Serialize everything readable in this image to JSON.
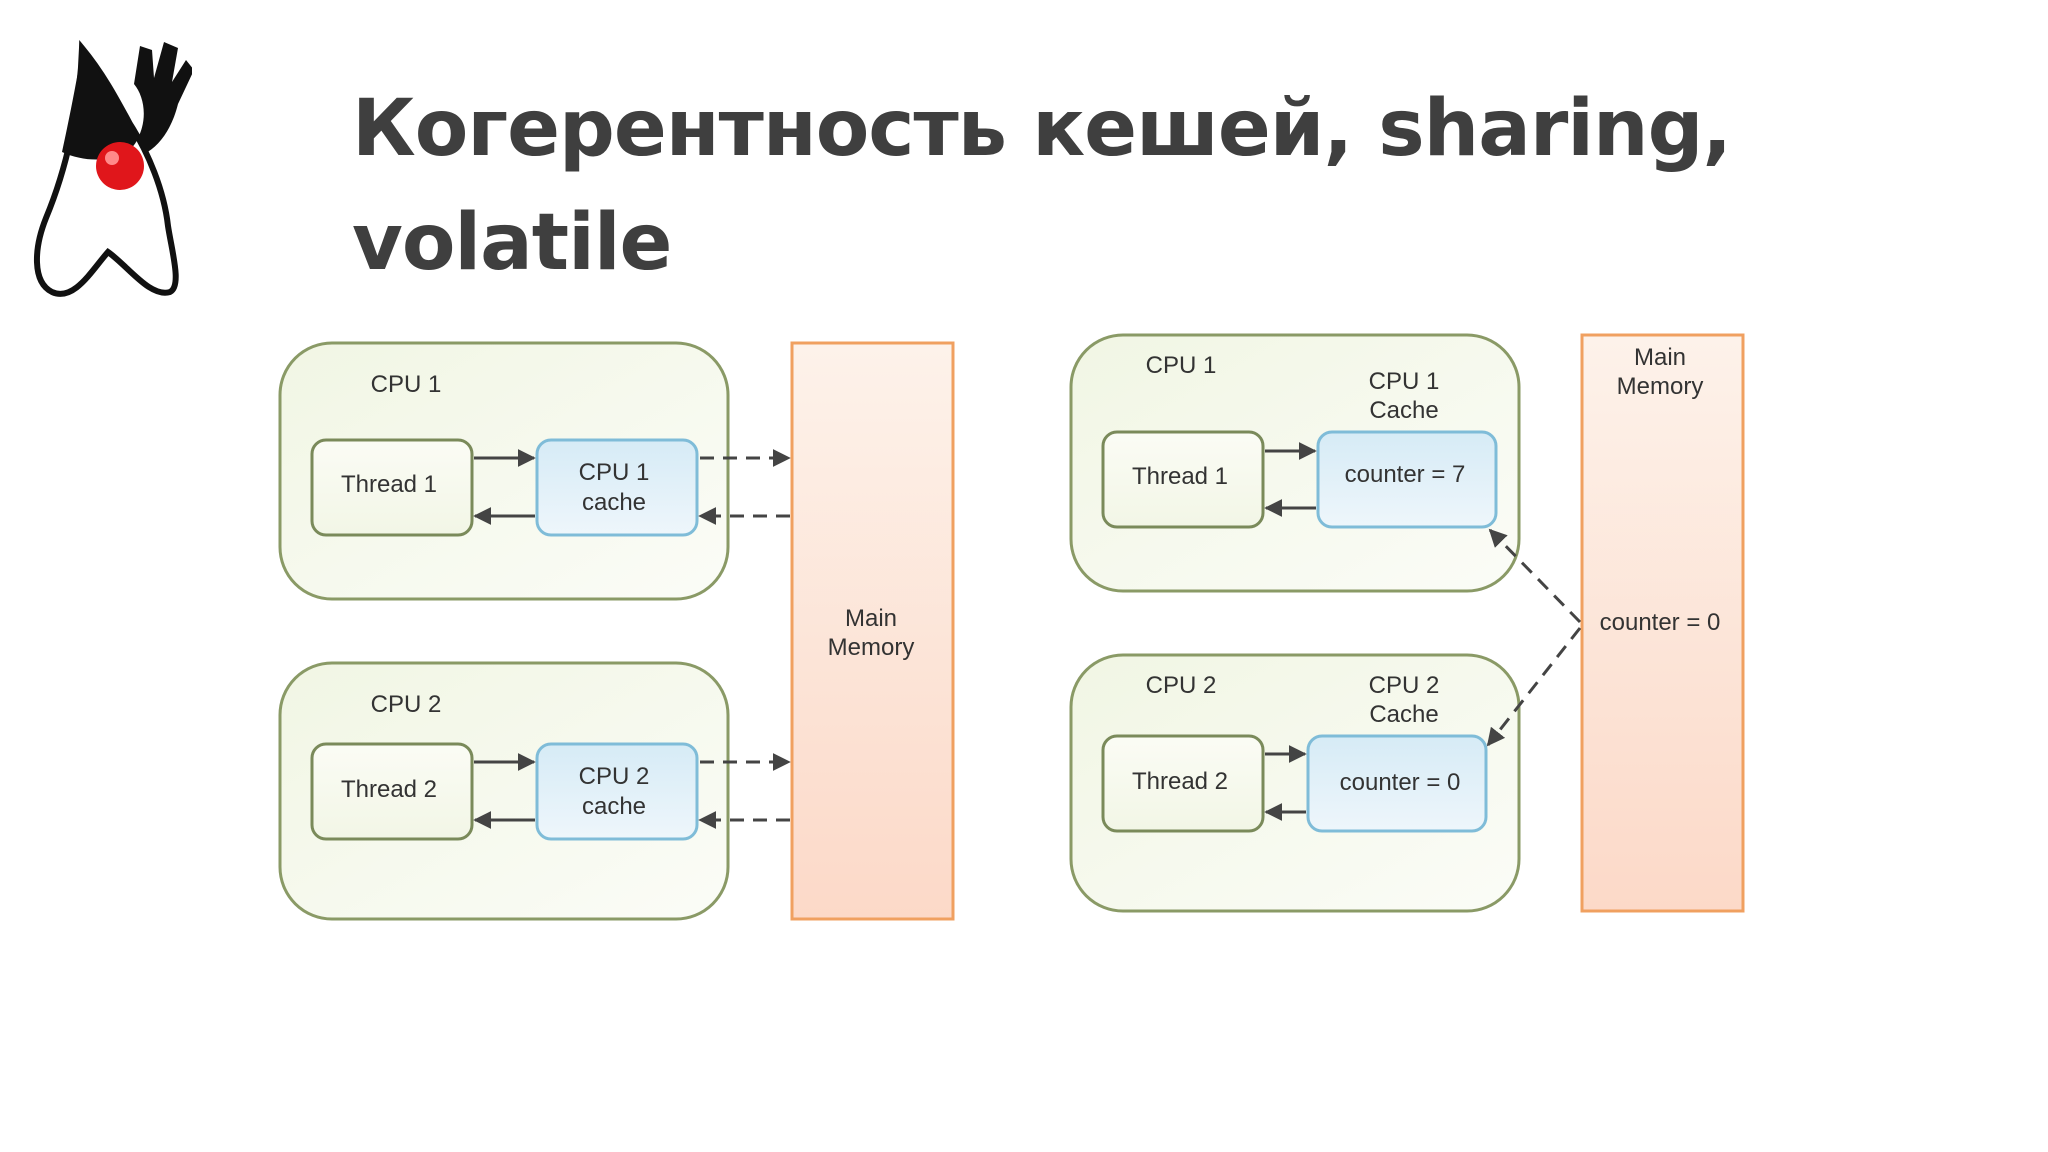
{
  "slide": {
    "title_line1": "Когерентность кешей, sharing,",
    "title_line2": "volatile",
    "logo_icon": "duke-mascot-icon"
  },
  "colors": {
    "title": "#3f3f3f",
    "cpu_box_stroke": "#8a9a66",
    "cpu_box_fill": "#f4f8ea",
    "cache_stroke": "#7fbcd8",
    "cache_fill": "#ddeef7",
    "memory_stroke": "#f0a060",
    "memory_fill": "#fde2d4",
    "arrow": "#444444"
  },
  "diagram_left": {
    "cpu1_label": "CPU 1",
    "cpu2_label": "CPU 2",
    "thread1_label": "Thread 1",
    "thread2_label": "Thread 2",
    "cache1_line1": "CPU 1",
    "cache1_line2": "cache",
    "cache2_line1": "CPU 2",
    "cache2_line2": "cache",
    "memory_line1": "Main",
    "memory_line2": "Memory"
  },
  "diagram_right": {
    "cpu1_label": "CPU 1",
    "cpu2_label": "CPU 2",
    "cache1_title_line1": "CPU 1",
    "cache1_title_line2": "Cache",
    "cache2_title_line1": "CPU 2",
    "cache2_title_line2": "Cache",
    "thread1_label": "Thread 1",
    "thread2_label": "Thread 2",
    "cache1_value": "counter = 7",
    "cache2_value": "counter = 0",
    "memory_line1": "Main",
    "memory_line2": "Memory",
    "memory_value": "counter = 0"
  }
}
